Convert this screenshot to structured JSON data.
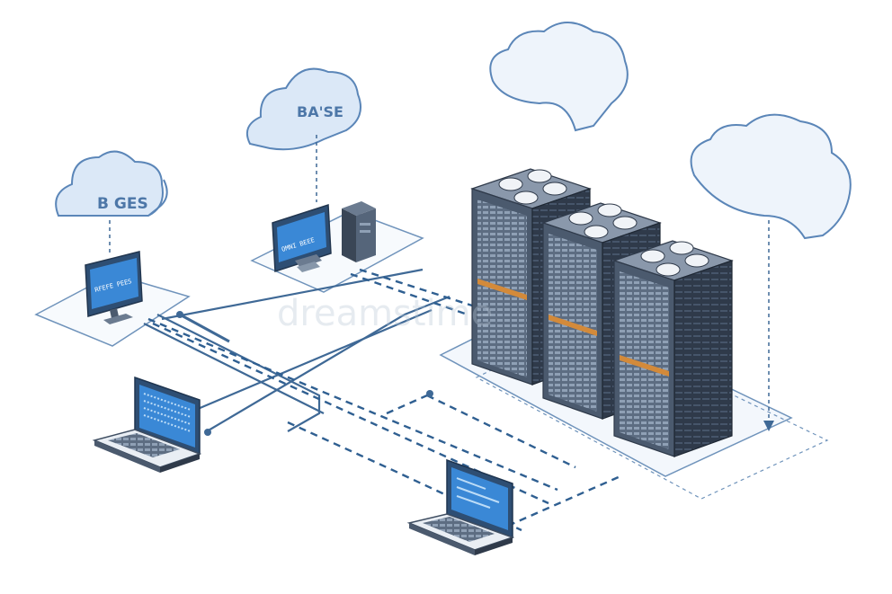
{
  "clouds": {
    "left_label": "B GES",
    "center_label": "BA'SE"
  },
  "screens": {
    "desktop_left": "RFEFE PEES",
    "desktop_center": "OMNI BEEE"
  },
  "watermark": "dreamstime",
  "colors": {
    "cloud_fill": "#dbe8f7",
    "cloud_stroke": "#5b86b8",
    "line": "#3f6996",
    "rack_body": "#4b5a6e",
    "rack_side": "#2f3a4a",
    "screen": "#3a88d6",
    "accent_stripe": "#d38a3a"
  }
}
